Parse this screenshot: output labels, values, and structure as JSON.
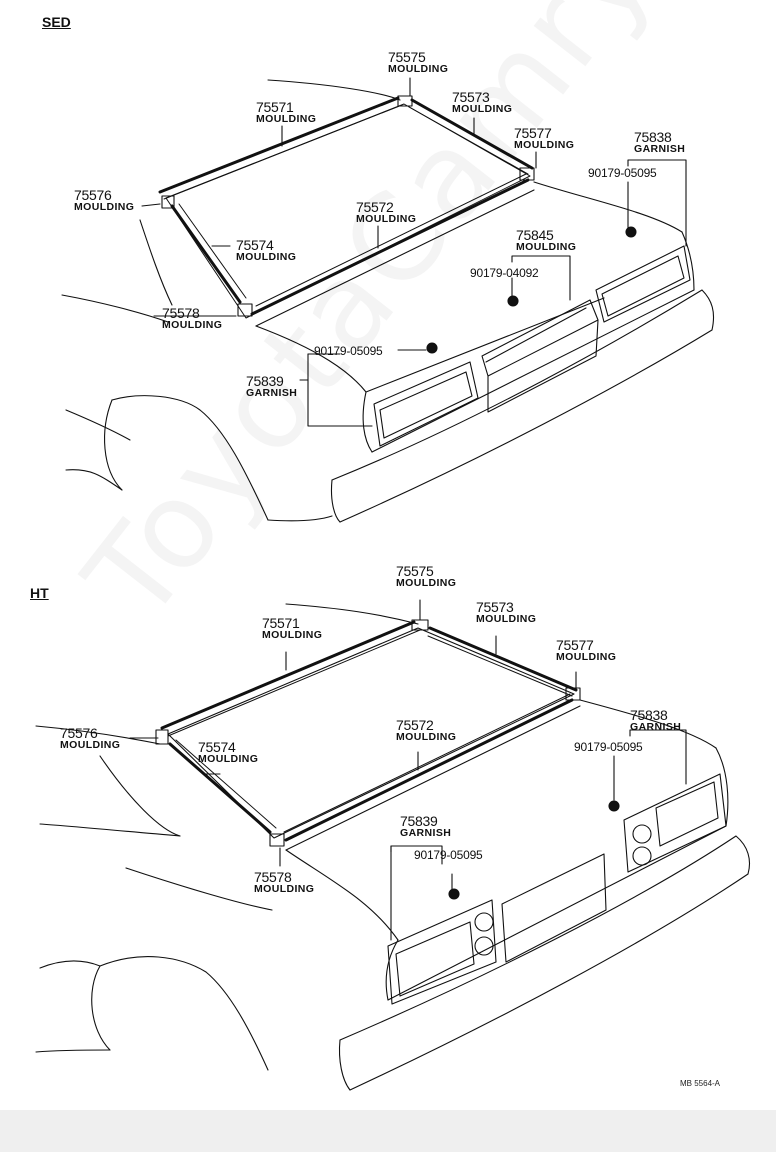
{
  "colors": {
    "line": "#111111",
    "background": "#ffffff",
    "footer": "#efefef"
  },
  "sections": {
    "sed": {
      "title": "SED",
      "parts": {
        "p75575": {
          "num": "75575",
          "name": "MOULDING"
        },
        "p75571": {
          "num": "75571",
          "name": "MOULDING"
        },
        "p75573": {
          "num": "75573",
          "name": "MOULDING"
        },
        "p75577": {
          "num": "75577",
          "name": "MOULDING"
        },
        "p75838": {
          "num": "75838",
          "name": "GARNISH"
        },
        "p75576": {
          "num": "75576",
          "name": "MOULDING"
        },
        "p75572": {
          "num": "75572",
          "name": "MOULDING"
        },
        "p75845": {
          "num": "75845",
          "name": "MOULDING"
        },
        "p75574": {
          "num": "75574",
          "name": "MOULDING"
        },
        "p75578": {
          "num": "75578",
          "name": "MOULDING"
        },
        "p75839": {
          "num": "75839",
          "name": "GARNISH"
        }
      },
      "clips": {
        "c1": "90179-05095",
        "c2": "90179-04092",
        "c3": "90179-05095"
      }
    },
    "ht": {
      "title": "HT",
      "parts": {
        "p75575": {
          "num": "75575",
          "name": "MOULDING"
        },
        "p75571": {
          "num": "75571",
          "name": "MOULDING"
        },
        "p75573": {
          "num": "75573",
          "name": "MOULDING"
        },
        "p75577": {
          "num": "75577",
          "name": "MOULDING"
        },
        "p75576": {
          "num": "75576",
          "name": "MOULDING"
        },
        "p75572": {
          "num": "75572",
          "name": "MOULDING"
        },
        "p75574": {
          "num": "75574",
          "name": "MOULDING"
        },
        "p75838": {
          "num": "75838",
          "name": "GARNISH"
        },
        "p75839": {
          "num": "75839",
          "name": "GARNISH"
        },
        "p75578": {
          "num": "75578",
          "name": "MOULDING"
        }
      },
      "clips": {
        "c1": "90179-05095",
        "c2": "90179-05095"
      }
    }
  },
  "drawing_code": "MB 5564-A",
  "watermark": "ToyotaCamry.ru"
}
